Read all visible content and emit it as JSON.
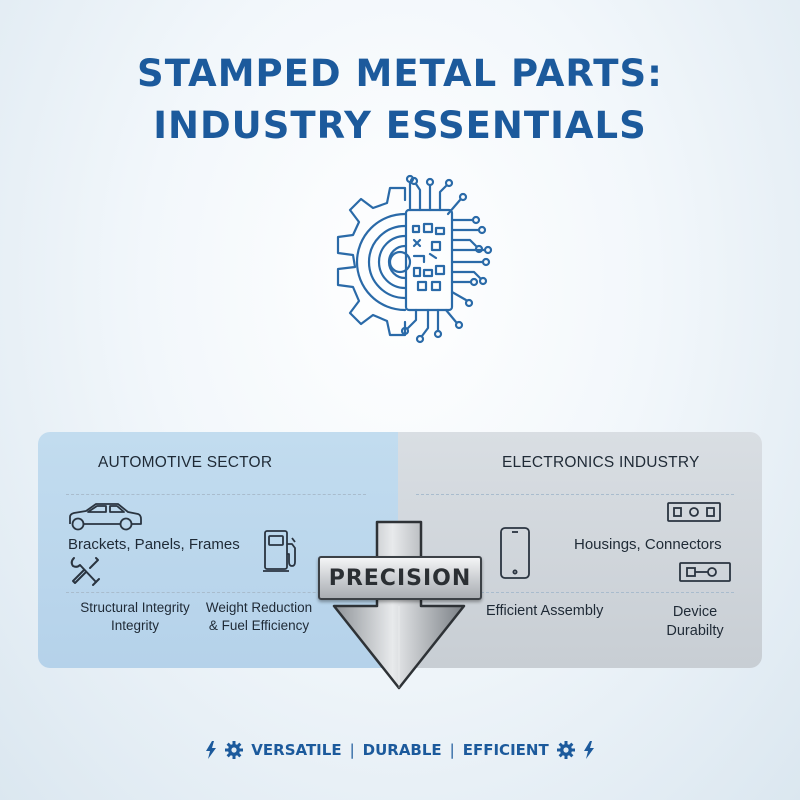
{
  "title": {
    "line1": "STAMPED METAL PARTS:",
    "line2": "INDUSTRY ESSENTIALS"
  },
  "colors": {
    "brand_blue": "#1c5a9c",
    "left_panel": "#bcd8ee",
    "right_panel": "#d0d5da"
  },
  "automotive": {
    "heading": "AUTOMOTIVE SECTOR",
    "parts": "Brackets, Panels, Frames",
    "benefit1": "Structural Integrity\nIntegrity",
    "benefit2": "Weight Reduction\n& Fuel Efficiency",
    "icons": [
      "car-icon",
      "wrench-screwdriver-icon",
      "fuel-pump-icon"
    ]
  },
  "electronics": {
    "heading": "ELECTRONICS INDUSTRY",
    "parts": "Housings, Connectors",
    "benefit1": "Efficient Assembly",
    "benefit2": "Device\nDurabilty",
    "icons": [
      "smartphone-icon",
      "connector-icon"
    ]
  },
  "center": {
    "label": "PRECISION"
  },
  "footer": {
    "word1": "VERSATILE",
    "separator": "|",
    "word2": "DURABLE",
    "word3": "EFFICIENT"
  }
}
